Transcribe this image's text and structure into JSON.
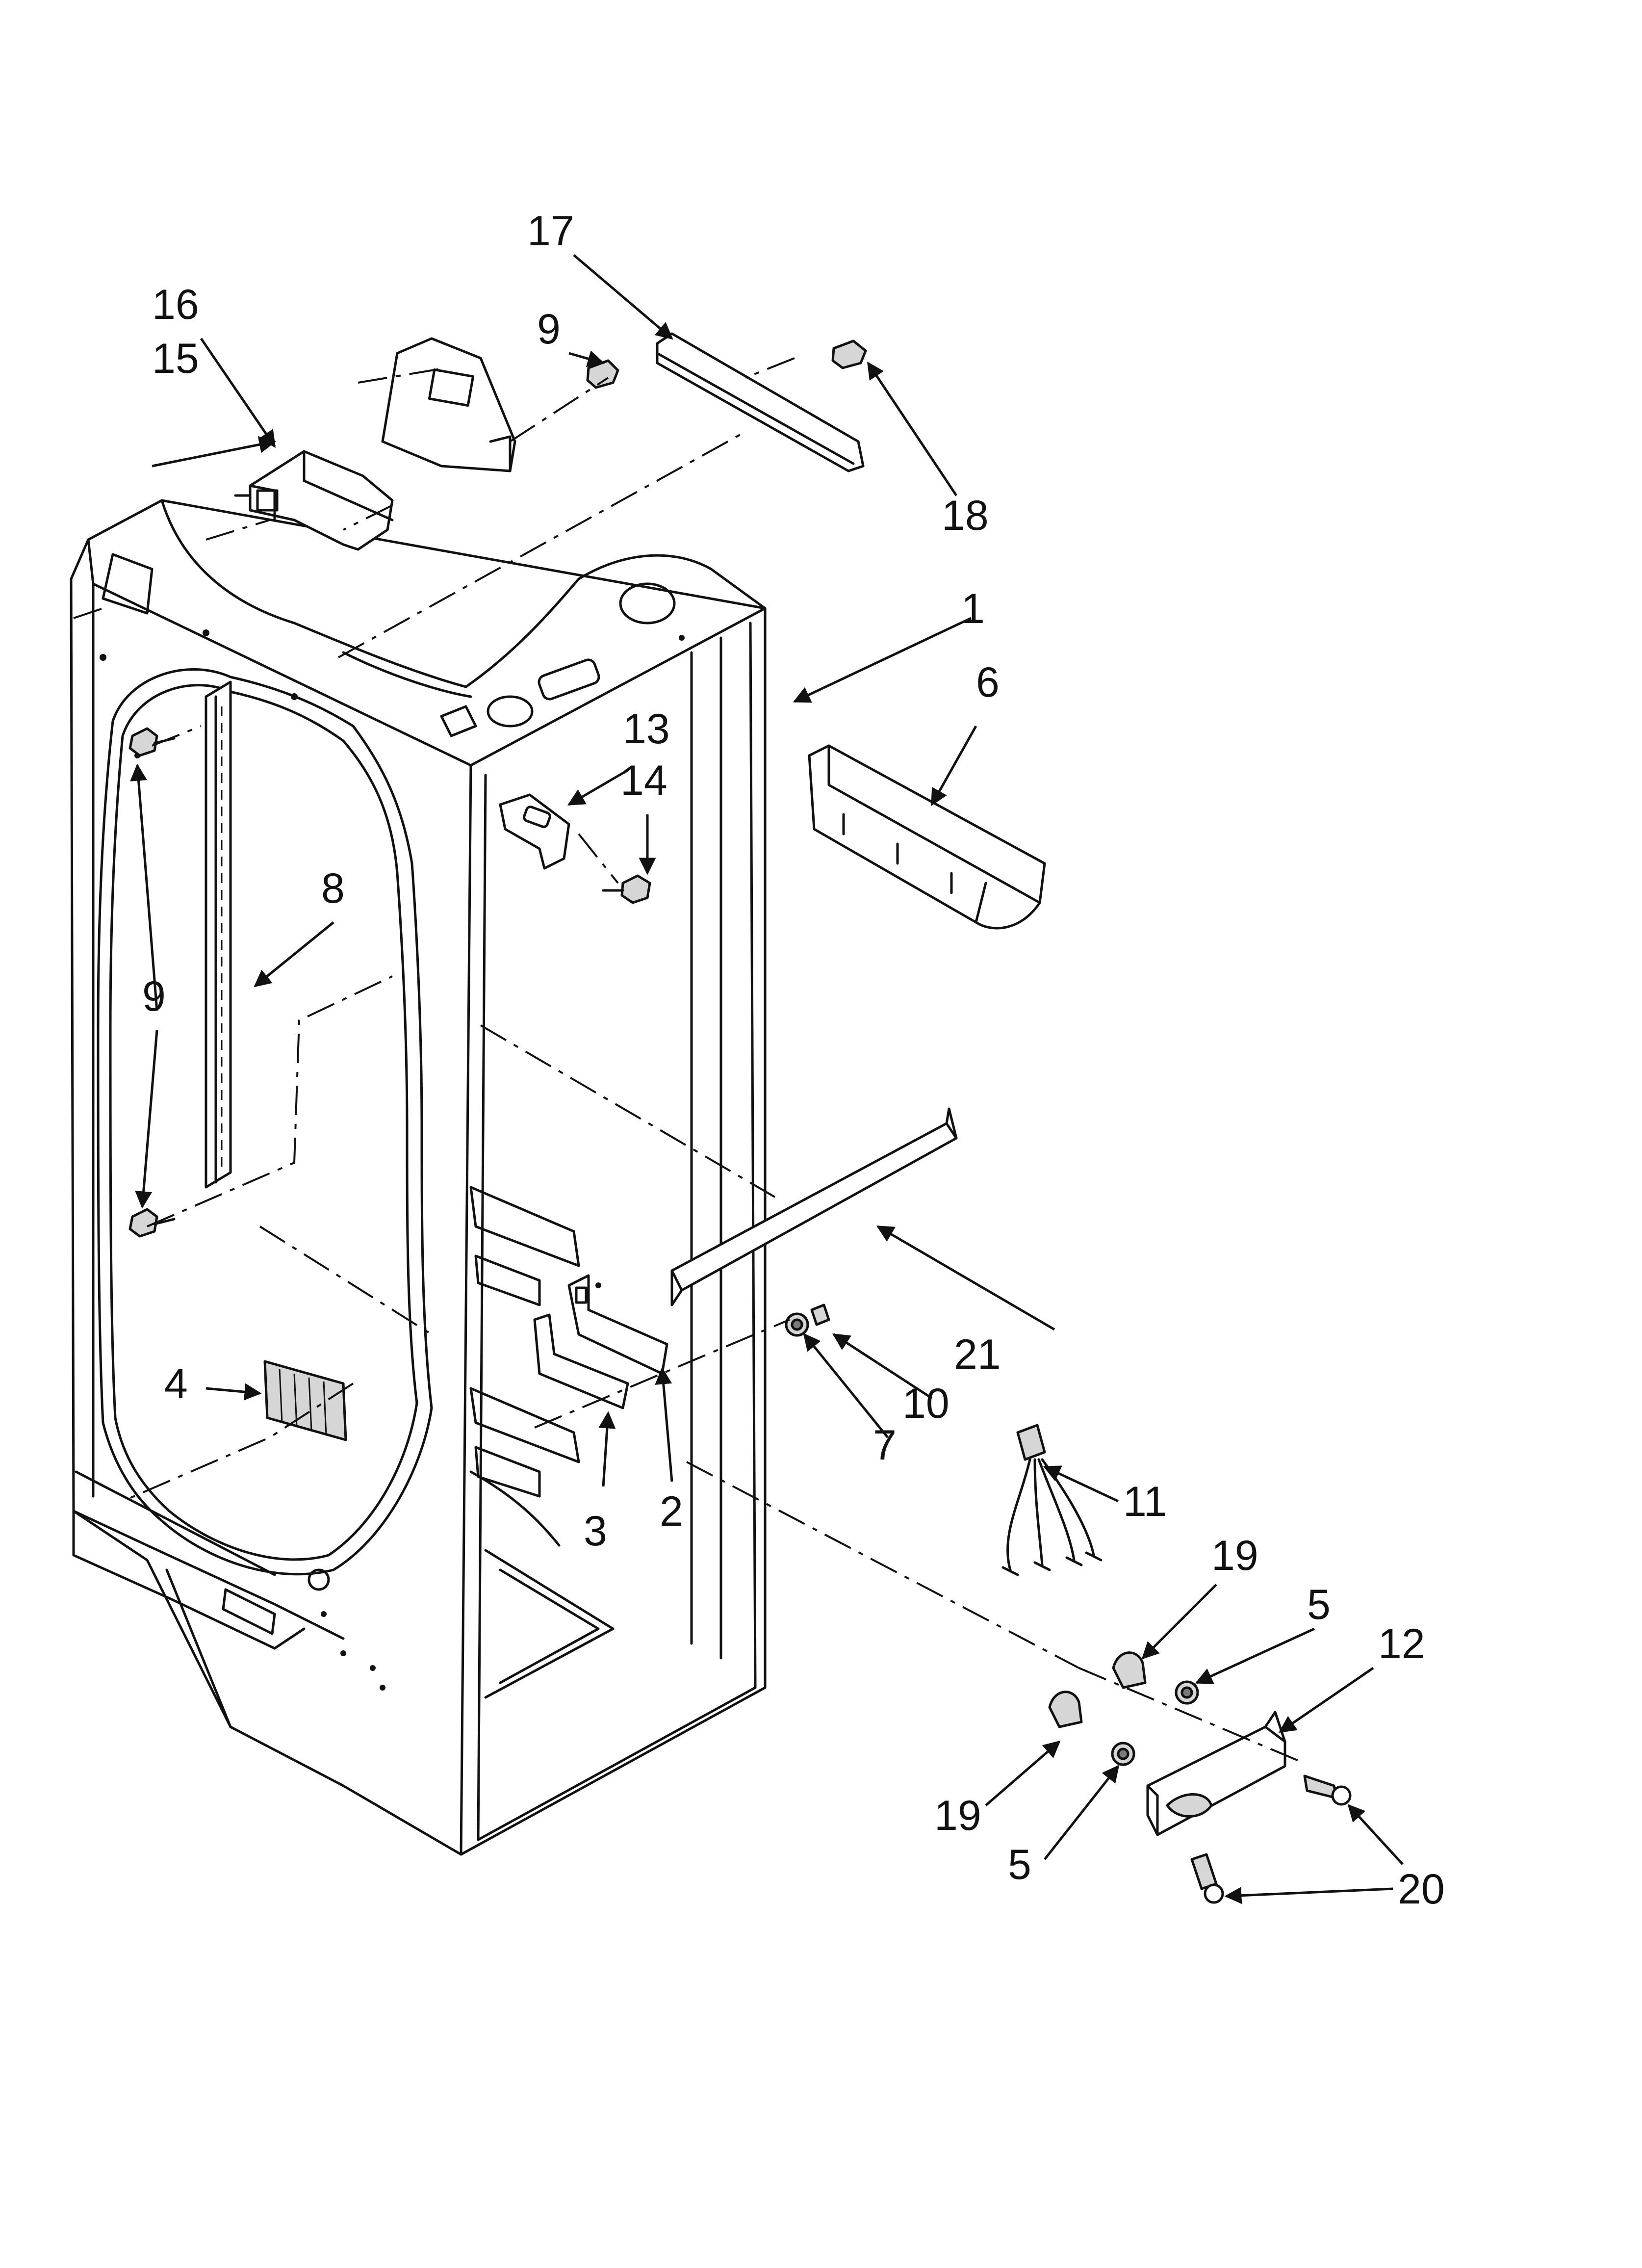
{
  "callouts": {
    "c1": "1",
    "c2": "2",
    "c3": "3",
    "c4": "4",
    "c5a": "5",
    "c5b": "5",
    "c6": "6",
    "c7": "7",
    "c8": "8",
    "c9a": "9",
    "c9b": "9",
    "c10": "10",
    "c11": "11",
    "c12": "12",
    "c13": "13",
    "c14": "14",
    "c15": "15",
    "c16": "16",
    "c17": "17",
    "c18": "18",
    "c19a": "19",
    "c19b": "19",
    "c20": "20",
    "c21": "21"
  }
}
